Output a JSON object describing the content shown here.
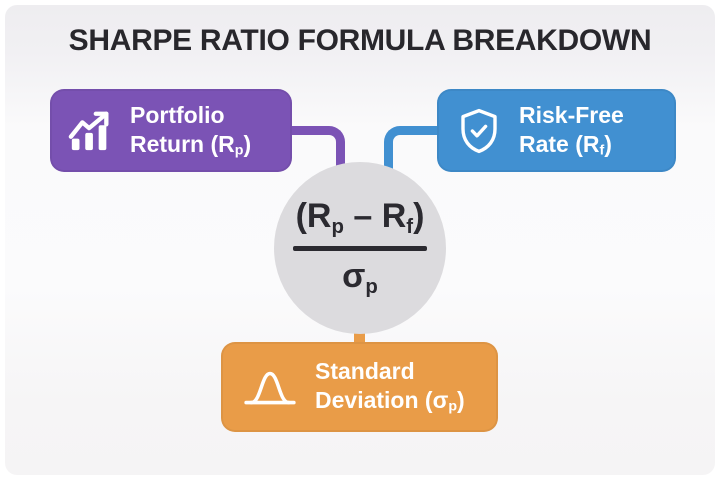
{
  "title": "SHARPE RATIO FORMULA BREAKDOWN",
  "colors": {
    "purple": "#7B53B5",
    "blue": "#4190D1",
    "orange": "#E99C48",
    "circle_gray": "#DCDBDE",
    "title_text": "#28272C",
    "formula_text": "#2B2A30",
    "box_text": "#FFFFFF",
    "background_top": "#EEEDF0",
    "background_middle": "#FBFBFC"
  },
  "nodes": {
    "portfolio_return": {
      "icon": "trending-up-bars-icon",
      "line1": "Portfolio",
      "line2_pre": "Return (R",
      "line2_sub": "p",
      "line2_post": ")"
    },
    "risk_free_rate": {
      "icon": "shield-check-icon",
      "line1": "Risk-Free",
      "line2_pre": "Rate (R",
      "line2_sub": "f",
      "line2_post": ")"
    },
    "standard_deviation": {
      "icon": "bell-curve-icon",
      "line1": "Standard",
      "line2_pre": "Deviation (σ",
      "line2_sub": "p",
      "line2_post": ")"
    }
  },
  "formula": {
    "numerator_pre": "(R",
    "numerator_sub1": "p",
    "numerator_mid": " – R",
    "numerator_sub2": "f",
    "numerator_post": ")",
    "denominator_base": "σ",
    "denominator_sub": "p"
  }
}
